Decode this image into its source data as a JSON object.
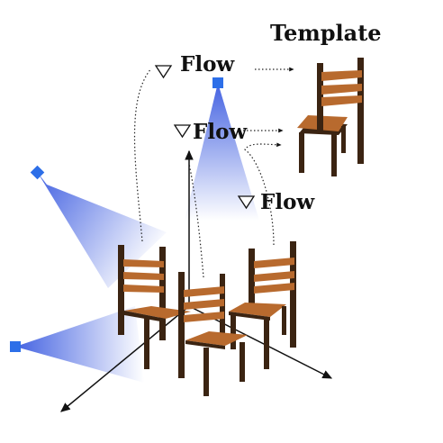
{
  "template_label": "Template",
  "flow_labels": [
    "Flow",
    "Flow",
    "Flow"
  ],
  "colors": {
    "light_marker": "#2d6fe8",
    "light_cone": "#3a5ae0",
    "chair_wood": "#b86a2e",
    "chair_frame": "#3b2412",
    "axis": "#111111"
  },
  "icons": {
    "flow_marker": "down-triangle-icon",
    "light_source": "square-light-icon"
  }
}
